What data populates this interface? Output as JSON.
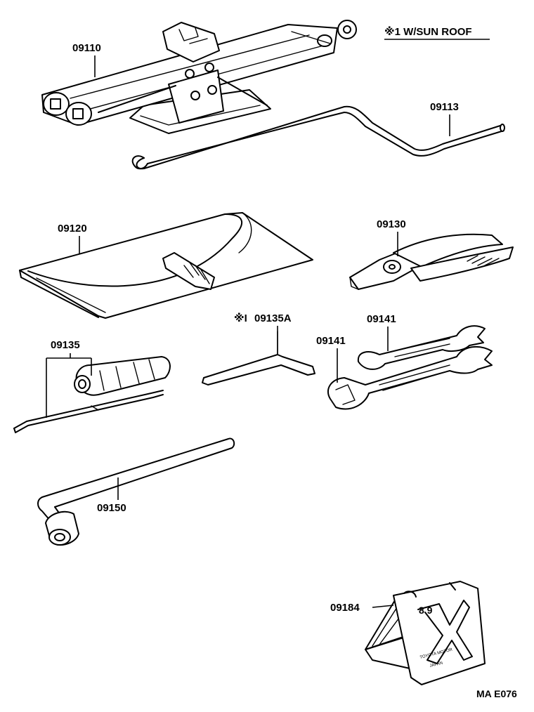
{
  "note": "※1 W/SUN ROOF",
  "drawing_code": "MA E076",
  "parts": {
    "jack": "09110",
    "jack_handle": "09113",
    "tool_bag": "09120",
    "pliers": "09130",
    "screwdriver": "09135",
    "screwdriver_alt_prefix": "※I",
    "screwdriver_alt": "09135A",
    "wrench_upper": "09141",
    "wrench_lower": "09141",
    "lug_wrench": "09150",
    "wheel_chock": "09184"
  },
  "chock_stamp": {
    "brand": "TOYOTA MOTOR",
    "origin": "JAPAN",
    "marks": "8 9"
  }
}
